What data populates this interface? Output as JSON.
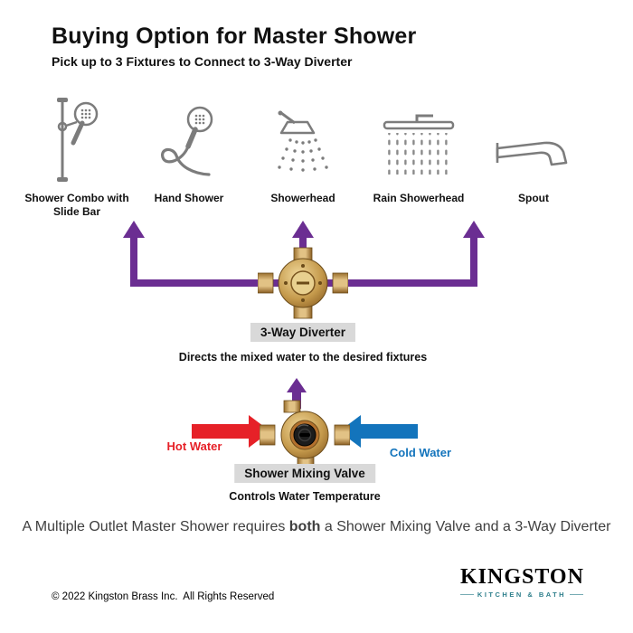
{
  "header": {
    "title": "Buying Option for Master Shower",
    "subtitle": "Pick up to 3 Fixtures to Connect to 3-Way Diverter"
  },
  "fixtures": [
    {
      "label": "Shower Combo with Slide Bar",
      "icon": "shower-combo-slide-bar-icon"
    },
    {
      "label": "Hand Shower",
      "icon": "hand-shower-icon"
    },
    {
      "label": "Showerhead",
      "icon": "showerhead-icon"
    },
    {
      "label": "Rain Showerhead",
      "icon": "rain-showerhead-icon"
    },
    {
      "label": "Spout",
      "icon": "spout-icon"
    }
  ],
  "diverter": {
    "label": "3-Way Diverter",
    "description": "Directs the mixed water to the desired fixtures"
  },
  "mixing_valve": {
    "label": "Shower Mixing Valve",
    "description": "Controls Water Temperature",
    "hot_label": "Hot Water",
    "cold_label": "Cold Water"
  },
  "summary": {
    "prefix": "A Multiple Outlet Master Shower requires ",
    "bold": "both",
    "suffix": " a Shower Mixing Valve and a 3-Way Diverter"
  },
  "footer": {
    "copyright": "© 2022 Kingston Brass Inc.  All Rights Reserved",
    "brand": "KINGSTON",
    "brand_sub": "KITCHEN & BATH"
  },
  "colors": {
    "diverter_arrows": "#6b2e92",
    "hot_water": "#e62128",
    "cold_water": "#1374bc",
    "label_background": "#d9d9d9",
    "icon_gray": "#7c7c7c",
    "brass": "#c59a4c",
    "brand_accent": "#2e7f8c"
  }
}
